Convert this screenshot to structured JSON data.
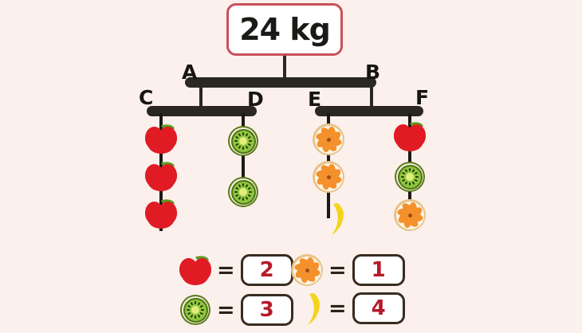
{
  "puzzle": {
    "type": "balance-scale-fruit-weight-puzzle",
    "background_color": "#fbf0ec",
    "total_weight_label": "24 kg"
  },
  "mobile": {
    "top_beam": {
      "left_node": "A",
      "right_node": "B"
    },
    "left_beam": {
      "left_node": "C",
      "right_node": "D",
      "left_items": [
        "apple",
        "apple",
        "apple"
      ],
      "right_items": [
        "kiwi",
        "kiwi"
      ]
    },
    "right_beam": {
      "left_node": "E",
      "right_node": "F",
      "left_items": [
        "orange",
        "orange",
        "banana"
      ],
      "right_items": [
        "apple",
        "kiwi",
        "orange"
      ]
    }
  },
  "node_labels": {
    "a": "A",
    "b": "B",
    "c": "C",
    "d": "D",
    "e": "E",
    "f": "F"
  },
  "legend": {
    "equals_symbol": "=",
    "entries": [
      {
        "fruit": "apple",
        "value": "2"
      },
      {
        "fruit": "orange",
        "value": "1"
      },
      {
        "fruit": "kiwi",
        "value": "3"
      },
      {
        "fruit": "banana",
        "value": "4"
      }
    ]
  },
  "colors": {
    "apple_red": "#e01b24",
    "kiwi_green": "#8ec53f",
    "kiwi_rind": "#5a7a16",
    "orange": "#f4912c",
    "orange_peel": "#e8c289",
    "banana_yellow": "#f5d319",
    "beam_dark": "#2b2721",
    "weight_box_border": "#c9505a",
    "legend_box_border": "#3a2b1f",
    "legend_number": "#b51a28"
  }
}
